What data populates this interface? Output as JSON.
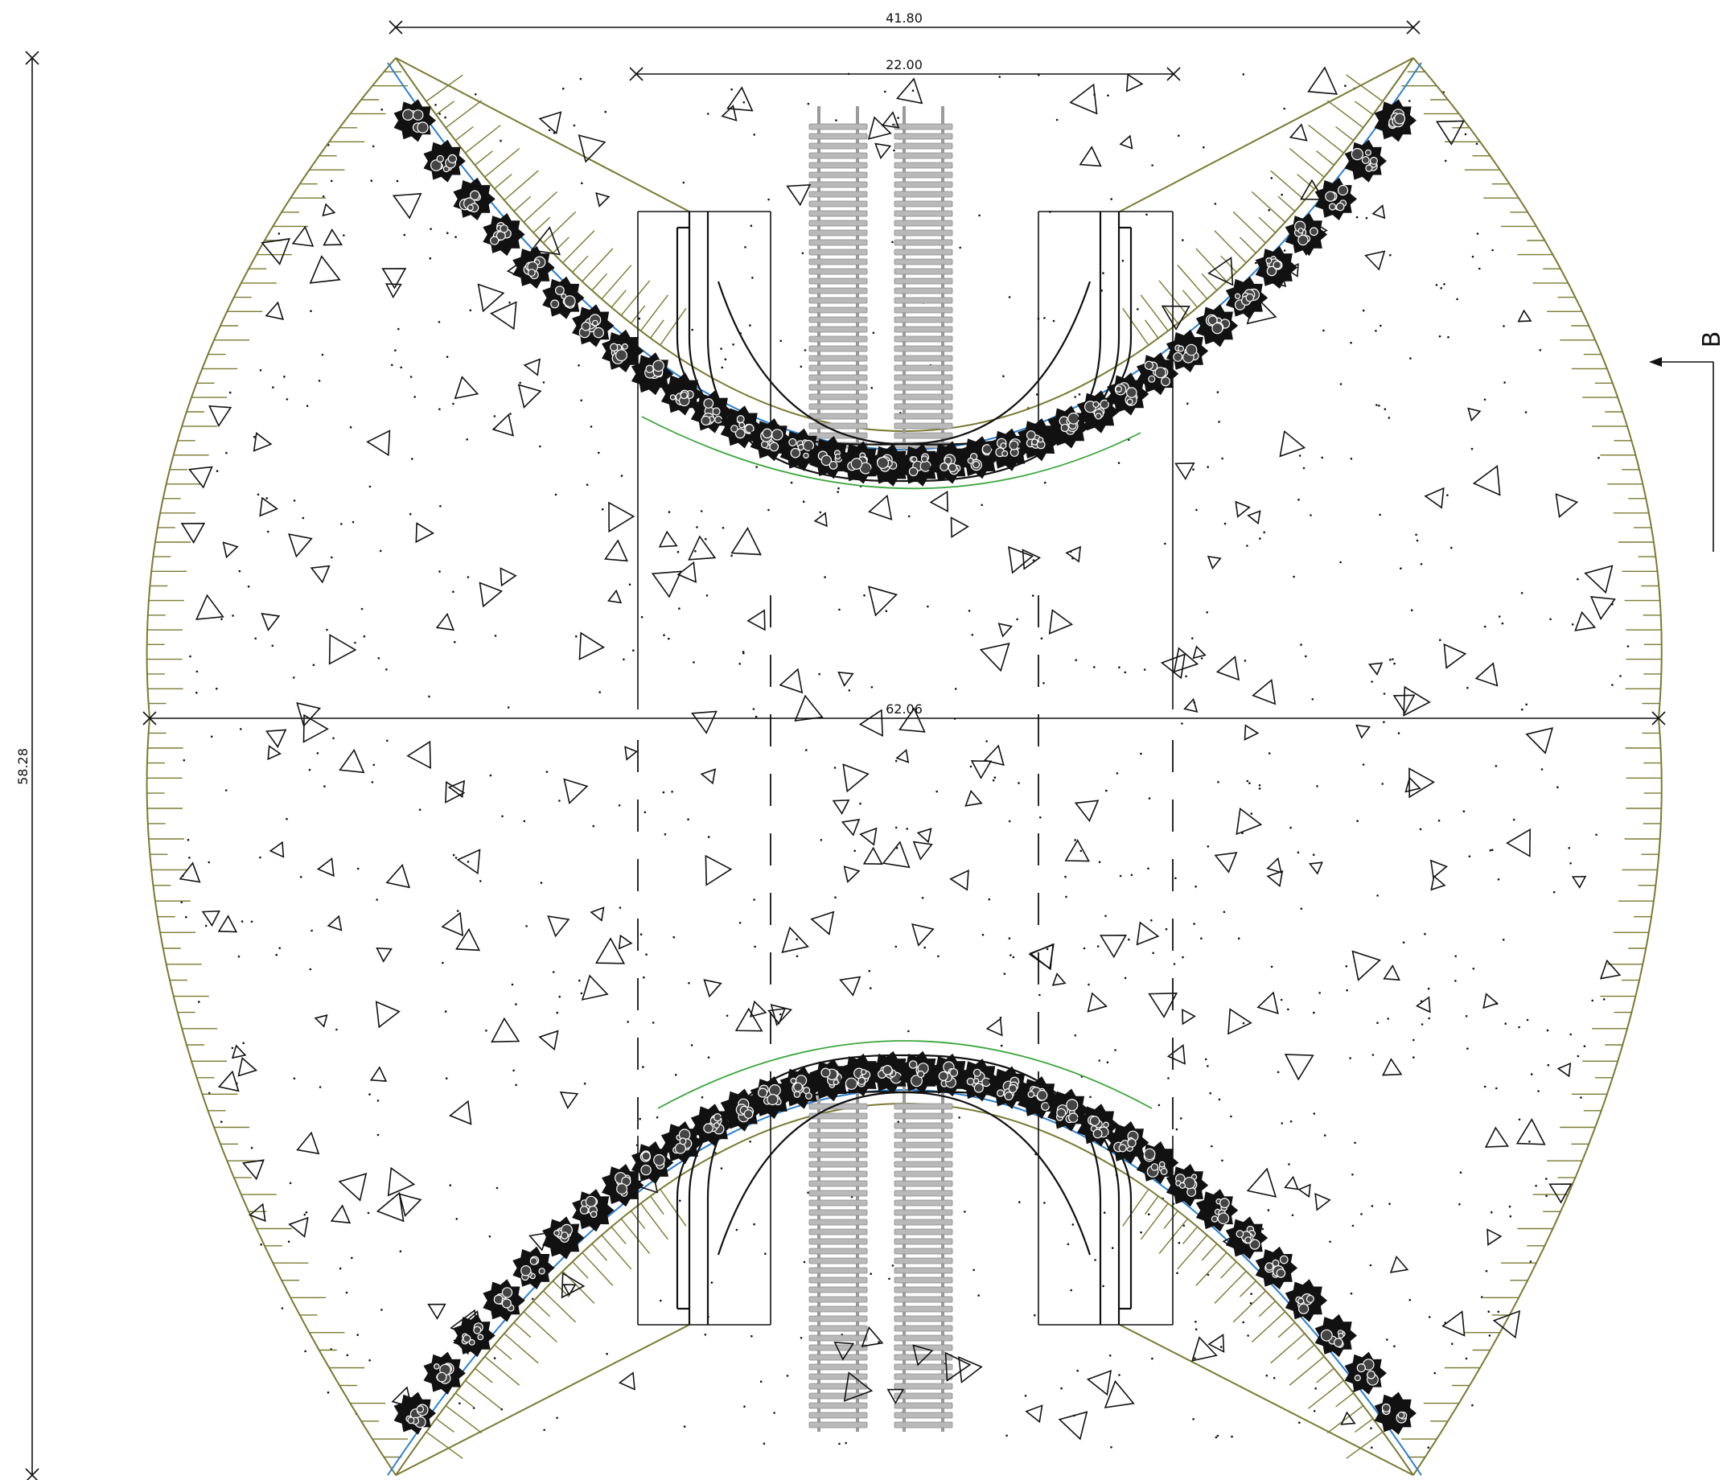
{
  "drawing": {
    "dim_top_outer": "41.80",
    "dim_top_inner": "22.00",
    "dim_middle": "62.06",
    "dim_left": "58.28",
    "section_mark": "B"
  },
  "colors": {
    "slope_edge": "#7a7a33",
    "path_line": "#2b7fd0",
    "green_line": "#3ca63c",
    "ink": "#111111",
    "rails": "#9a9a9a"
  }
}
